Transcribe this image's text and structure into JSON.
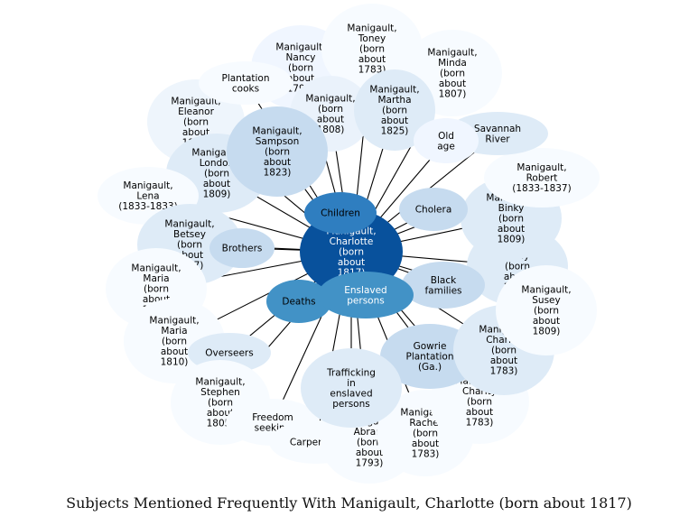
{
  "caption": "Subjects Mentioned Frequently With Manigault, Charlotte (born about 1817)",
  "center": {
    "label": "Manigault, Charlotte (born about 1817)",
    "color": "#08519c",
    "text_color": "#ffffff"
  },
  "nodes": [
    {
      "id": "nancy",
      "label": "Manigault, Nancy (born about 1798)",
      "color": "#f0f6ff"
    },
    {
      "id": "toney",
      "label": "Manigault, Toney (born about 1783)",
      "color": "#f7fbff"
    },
    {
      "id": "minda",
      "label": "Manigault, Minda (born about 1807)",
      "color": "#f7fbff"
    },
    {
      "id": "martha",
      "label": "Manigault, Martha (born about 1825)",
      "color": "#deebf7"
    },
    {
      "id": "unknown1808",
      "label": "Manigault, (born about 1808)",
      "color": "#eaf2fb"
    },
    {
      "id": "plantation-cooks",
      "label": "Plantation cooks",
      "color": "#f7fbff"
    },
    {
      "id": "eleanor",
      "label": "Manigault, Eleanor (born about 1802)",
      "color": "#eef5fc"
    },
    {
      "id": "sampson",
      "label": "Manigault, Sampson (born about 1823)",
      "color": "#c6dbef"
    },
    {
      "id": "london",
      "label": "Manigault, London (born about 1809)",
      "color": "#deebf7"
    },
    {
      "id": "lena",
      "label": "Manigault, Lena (1833-1833)",
      "color": "#f7fbff"
    },
    {
      "id": "betsey",
      "label": "Manigault, Betsey (born about 1807)",
      "color": "#deebf7"
    },
    {
      "id": "brothers",
      "label": "Brothers",
      "color": "#c6dbef"
    },
    {
      "id": "maria1",
      "label": "Manigault, Maria (born about 1803)",
      "color": "#f7fbff"
    },
    {
      "id": "maria2",
      "label": "Manigault, Maria (born about 1810)",
      "color": "#f7fbff"
    },
    {
      "id": "overseers",
      "label": "Overseers",
      "color": "#deebf7"
    },
    {
      "id": "deaths",
      "label": "Deaths",
      "color": "#4292c6"
    },
    {
      "id": "stephen",
      "label": "Manigault, Stephen (born about 1805)",
      "color": "#f7fbff"
    },
    {
      "id": "freedom-seeking",
      "label": "Freedom seeking",
      "color": "#f7fbff"
    },
    {
      "id": "carpenters",
      "label": "Carpenters",
      "color": "#f7fbff"
    },
    {
      "id": "trafficking",
      "label": "Trafficking in enslaved persons",
      "color": "#deebf7"
    },
    {
      "id": "abram",
      "label": "Manigault, Abram (born about 1793)",
      "color": "#f7fbff"
    },
    {
      "id": "rachel",
      "label": "Manigault, Rachel (born about 1783)",
      "color": "#f7fbff"
    },
    {
      "id": "charity",
      "label": "Manigault, Charity (born about 1783)",
      "color": "#f7fbff"
    },
    {
      "id": "gowrie",
      "label": "Gowrie Plantation (Ga.)",
      "color": "#c6dbef"
    },
    {
      "id": "charles",
      "label": "Manigault, Charles (born about 1783)",
      "color": "#deebf7"
    },
    {
      "id": "susey",
      "label": "Manigault, Susey (born about 1809)",
      "color": "#f7fbff"
    },
    {
      "id": "dolly",
      "label": "Manigault, Dolly (born about 1802)",
      "color": "#deebf7"
    },
    {
      "id": "binky",
      "label": "Manigault, Binky (born about 1809)",
      "color": "#deebf7"
    },
    {
      "id": "robert",
      "label": "Manigault, Robert (1833-1837)",
      "color": "#f7fbff"
    },
    {
      "id": "savannah",
      "label": "Savannah River",
      "color": "#deebf7"
    },
    {
      "id": "old-age",
      "label": "Old age",
      "color": "#f0f6ff"
    },
    {
      "id": "cholera",
      "label": "Cholera",
      "color": "#c6dbef"
    },
    {
      "id": "black-families",
      "label": "Black families",
      "color": "#c6dbef"
    },
    {
      "id": "children",
      "label": "Children",
      "color": "#2f7ec0"
    },
    {
      "id": "enslaved",
      "label": "Enslaved persons",
      "color": "#4292c6",
      "text_color": "#ffffff"
    }
  ]
}
